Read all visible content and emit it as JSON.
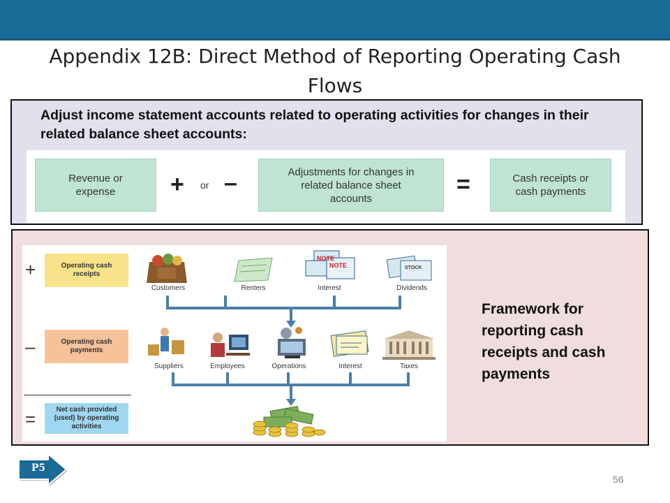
{
  "title": "Appendix 12B: Direct Method of Reporting Operating Cash Flows",
  "intro": "Adjust income statement accounts related to operating activities for changes in their related balance sheet accounts:",
  "formula": {
    "box1": "Revenue or expense",
    "op1": "+",
    "op_or": "or",
    "op2": "–",
    "box2": "Adjustments for changes in related balance sheet accounts",
    "eq": "=",
    "box3": "Cash receipts or cash payments"
  },
  "framework_figure": {
    "plus": "+",
    "minus": "–",
    "equals": "=",
    "receipts_label": "Operating cash receipts",
    "payments_label": "Operating cash payments",
    "net_label": "Net cash provided (used) by operating activities",
    "receipt_sources": [
      "Customers",
      "Renters",
      "Interest",
      "Dividends"
    ],
    "payment_targets": [
      "Suppliers",
      "Employees",
      "Operations",
      "Interest",
      "Taxes"
    ],
    "note_text": "NOTE",
    "stock_text": "STOCK",
    "colors": {
      "receipt": "#f8e38a",
      "payment": "#f6c29a",
      "net": "#9fd6f0",
      "connector": "#4a7fa8"
    }
  },
  "framework_caption": "Framework for reporting cash receipts and cash payments",
  "tag": "P5",
  "page_number": "56"
}
